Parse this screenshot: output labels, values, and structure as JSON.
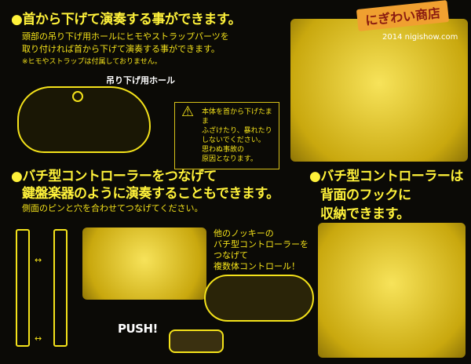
{
  "section1": {
    "title": "●首から下げて演奏する事ができます。",
    "lines": [
      "頭部の吊り下げ用ホールにヒモやストラップパーツを",
      "取り付ければ首から下げて演奏する事ができます。"
    ],
    "note": "※ヒモやストラップは付属しておりません。",
    "hole_label": "吊り下げ用ホール"
  },
  "warning": {
    "lines": [
      "本体を首から下げたまま",
      "ふざけたり、暴れたり",
      "しないでください。",
      "思わぬ事故の",
      "原因となります。"
    ]
  },
  "banner": {
    "shop": "にぎわい商店",
    "credit": "2014  nigishow.com"
  },
  "section2": {
    "title_lines": [
      "●バチ型コントローラーをつなげて",
      "鍵盤楽器のように演奏することもできます。"
    ],
    "sub": "側面のピンと穴を合わせてつなげてください。",
    "callout": [
      "他のノッキーの",
      "バチ型コントローラーを",
      "つなげて",
      "複数体コントロール！"
    ],
    "push": "PUSH!"
  },
  "section3": {
    "title_lines": [
      "●バチ型コントローラーは",
      "背面のフックに",
      "収納できます。"
    ]
  },
  "colors": {
    "background": "#0b0a06",
    "text": "#f4e21a",
    "photo": "#e8cc2a"
  }
}
